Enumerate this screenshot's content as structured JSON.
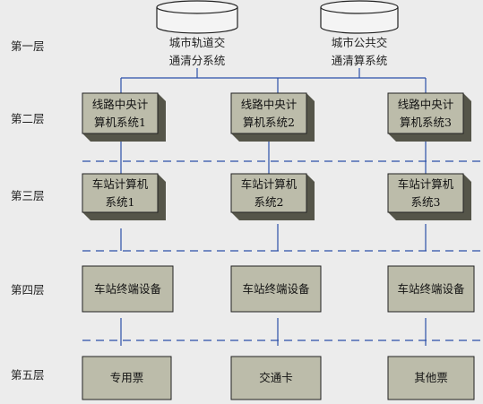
{
  "layers": [
    "第一层",
    "第二层",
    "第三层",
    "第四层",
    "第五层"
  ],
  "databases": [
    {
      "label_1": "城市轨道交",
      "label_2": "通清分系统"
    },
    {
      "label_1": "城市公共交",
      "label_2": "通清算系统"
    }
  ],
  "line_computers": [
    {
      "label_1": "线路中央计",
      "label_2": "算机系统1"
    },
    {
      "label_1": "线路中央计",
      "label_2": "算机系统2"
    },
    {
      "label_1": "线路中央计",
      "label_2": "算机系统3"
    }
  ],
  "station_computers": [
    {
      "label_1": "车站计算机",
      "label_2": "系统1"
    },
    {
      "label_1": "车站计算机",
      "label_2": "系统2"
    },
    {
      "label_1": "车站计算机",
      "label_2": "系统3"
    }
  ],
  "terminals": [
    "车站终端设备",
    "车站终端设备",
    "车站终端设备"
  ],
  "tickets": [
    "专用票",
    "交通卡",
    "其他票"
  ],
  "colors": {
    "box_fill": "#bcbcaa",
    "box_side": "#555549",
    "line_blue": "#2b4fa8",
    "background": "#ececec"
  }
}
